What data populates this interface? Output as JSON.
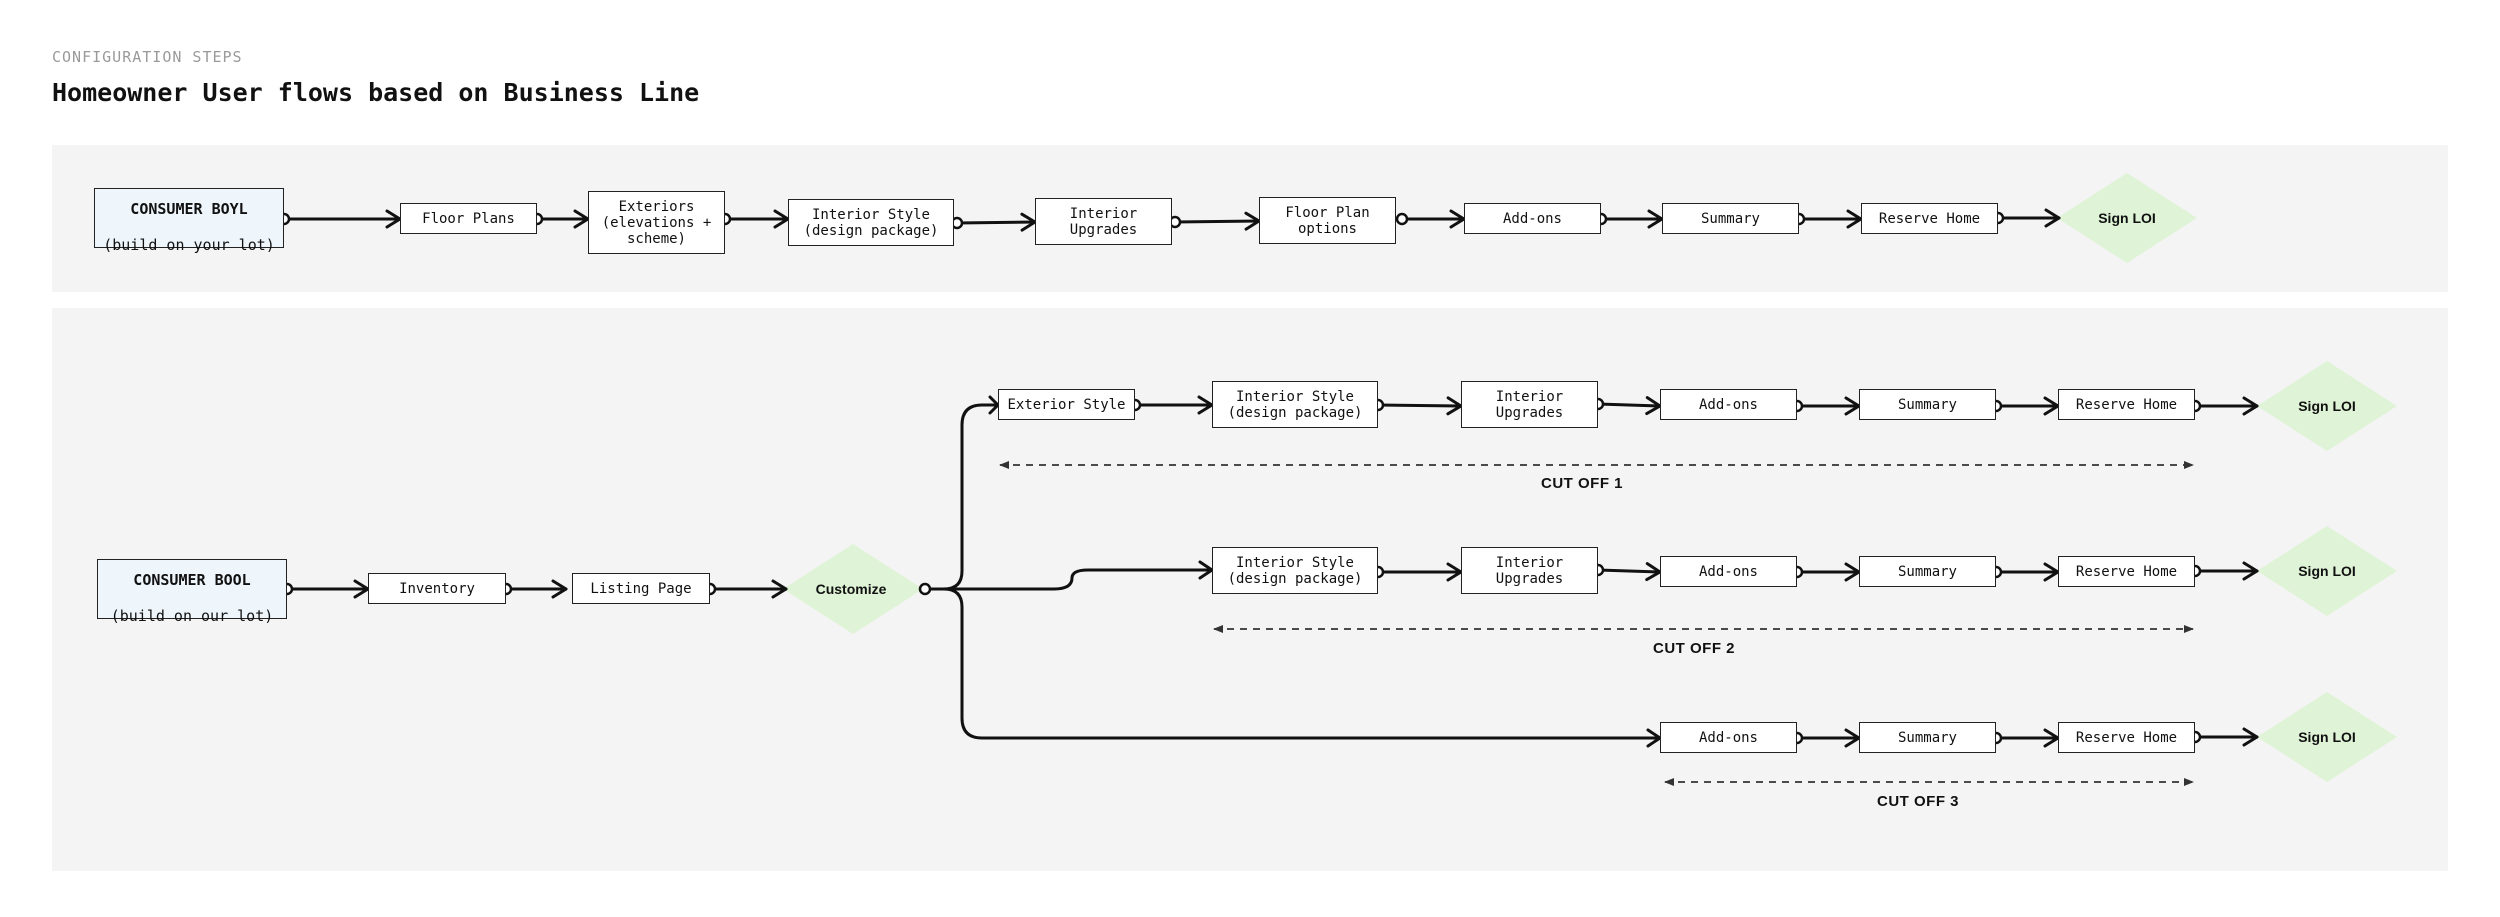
{
  "header": {
    "eyebrow": "CONFIGURATION STEPS",
    "title": "Homeowner User flows based on Business Line"
  },
  "colors": {
    "panel_bg": "#f5f4f5",
    "start_bg": "#eef6fc",
    "diamond_fill": "#dff3d6",
    "line": "#111111"
  },
  "boyl": {
    "start_title": "CONSUMER BOYL",
    "start_sub": "(build on your lot)",
    "steps": [
      "Floor Plans",
      "Exteriors\n(elevations +\nscheme)",
      "Interior Style\n(design package)",
      "Interior\nUpgrades",
      "Floor Plan\noptions",
      "Add-ons",
      "Summary",
      "Reserve Home"
    ],
    "end": "Sign LOI"
  },
  "bool": {
    "start_title": "CONSUMER BOOL",
    "start_sub": "(build on our lot)",
    "steps": [
      "Inventory",
      "Listing Page"
    ],
    "branch": "Customize",
    "path1": {
      "steps": [
        "Exterior Style",
        "Interior Style\n(design package)",
        "Interior\nUpgrades",
        "Add-ons",
        "Summary",
        "Reserve Home"
      ],
      "end": "Sign LOI",
      "cutoff": "CUT OFF 1"
    },
    "path2": {
      "steps": [
        "Interior Style\n(design package)",
        "Interior\nUpgrades",
        "Add-ons",
        "Summary",
        "Reserve Home"
      ],
      "end": "Sign LOI",
      "cutoff": "CUT OFF 2"
    },
    "path3": {
      "steps": [
        "Add-ons",
        "Summary",
        "Reserve Home"
      ],
      "end": "Sign LOI",
      "cutoff": "CUT OFF 3"
    }
  }
}
